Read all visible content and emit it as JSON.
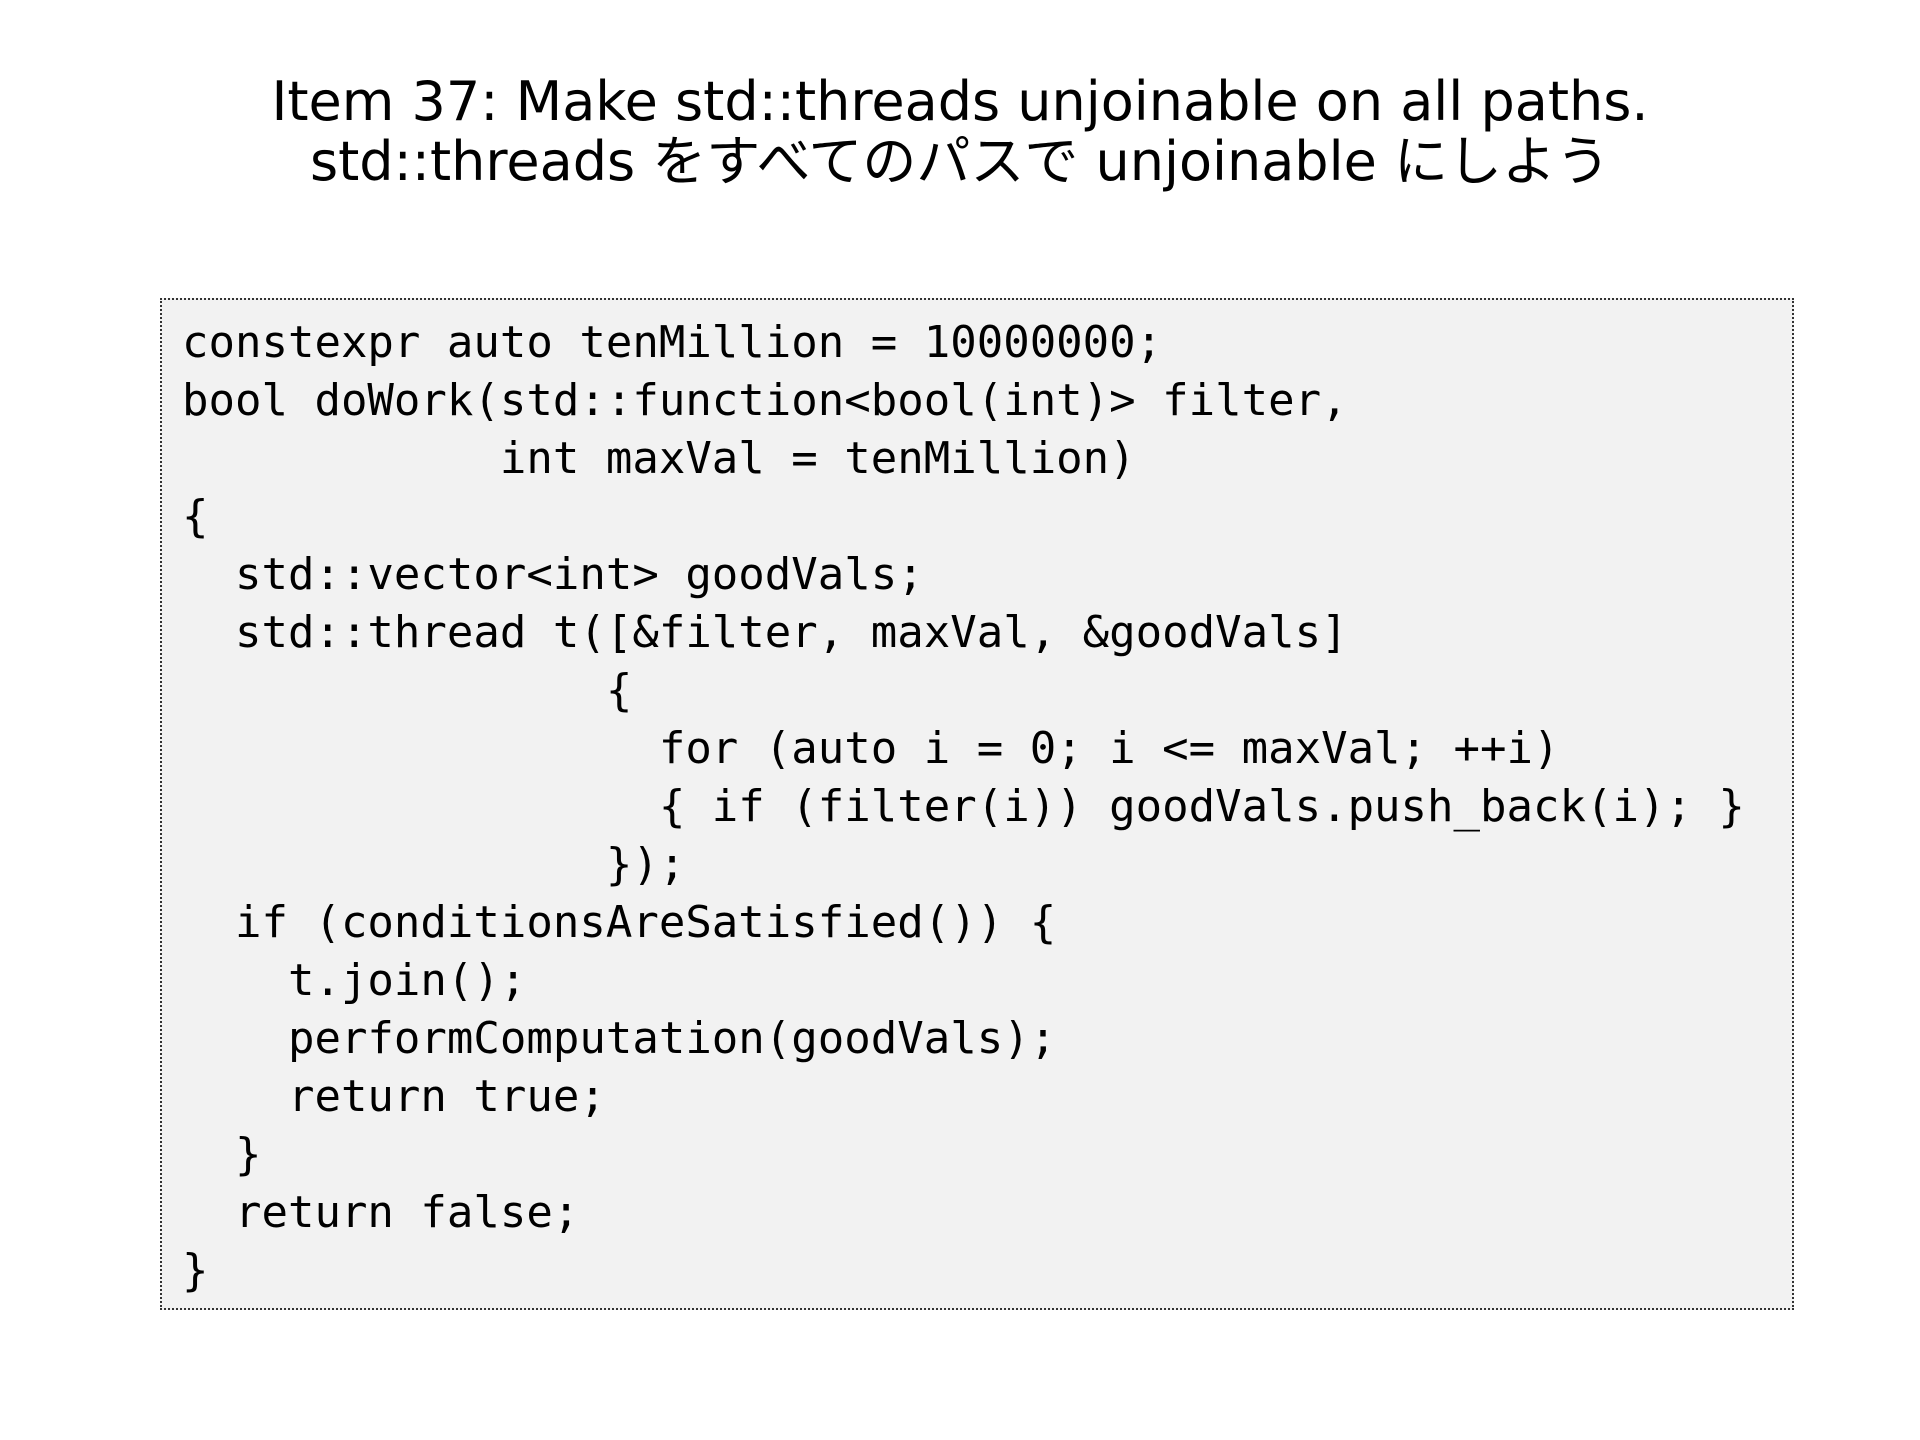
{
  "title": {
    "line1": "Item 37: Make std::threads unjoinable on all paths.",
    "line2": "std::threads をすべてのパスで unjoinable にしよう"
  },
  "code": {
    "lines": [
      "constexpr auto tenMillion = 10000000;",
      "bool doWork(std::function<bool(int)> filter,",
      "            int maxVal = tenMillion)",
      "{",
      "  std::vector<int> goodVals;",
      "  std::thread t([&filter, maxVal, &goodVals]",
      "                {",
      "                  for (auto i = 0; i <= maxVal; ++i)",
      "                  { if (filter(i)) goodVals.push_back(i); }",
      "                });",
      "  if (conditionsAreSatisfied()) {",
      "    t.join();",
      "    performComputation(goodVals);",
      "    return true;",
      "  }",
      "  return false;",
      "}"
    ]
  }
}
